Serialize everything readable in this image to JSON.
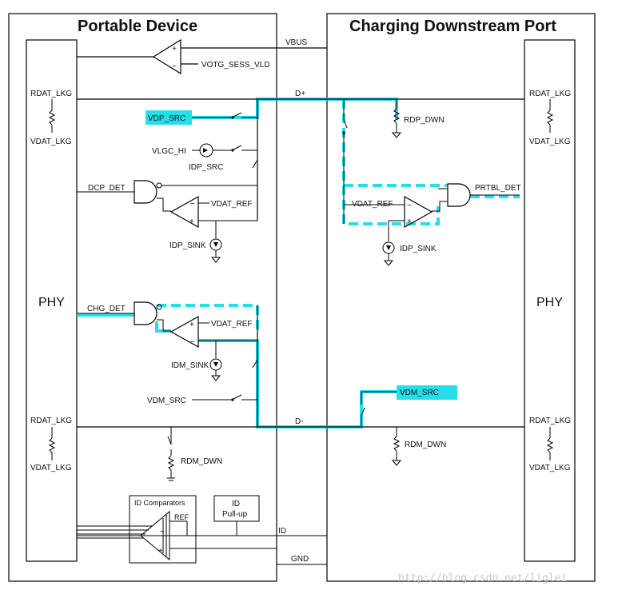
{
  "portable_device": {
    "title": "Portable Device",
    "phy": "PHY",
    "vbus_comp_ref": "VOTG_SESS_VLD",
    "rdat_lkg_top": "RDAT_LKG",
    "vdat_lkg_top": "VDAT_LKG",
    "vdp_src": "VDP_SRC",
    "vlgc_hi": "VLGC_HI",
    "idp_src": "IDP_SRC",
    "dcp_det": "DCP_DET",
    "vdat_ref_1": "VDAT_REF",
    "idp_sink": "IDP_SINK",
    "chg_det": "CHG_DET",
    "vdat_ref_2": "VDAT_REF",
    "idm_sink": "IDM_SINK",
    "vdm_src": "VDM_SRC",
    "rdat_lkg_bottom": "RDAT_LKG",
    "vdat_lkg_bottom": "VDAT_LKG",
    "rdm_dwn": "RDM_DWN",
    "id_comparators": "ID Comparators",
    "ref": "REF",
    "id_pullup_line1": "ID",
    "id_pullup_line2": "Pull-up"
  },
  "charging_port": {
    "title": "Charging Downstream Port",
    "phy": "PHY",
    "rdat_lkg_top": "RDAT_LKG",
    "vdat_lkg_top": "VDAT_LKG",
    "rdp_dwn": "RDP_DWN",
    "prtbl_det": "PRTBL_DET",
    "vdat_ref": "VDAT_REF",
    "idp_sink": "IDP_SINK",
    "vdm_src": "VDM_SRC",
    "rdm_dwn": "RDM_DWN",
    "rdat_lkg_bottom": "RDAT_LKG",
    "vdat_lkg_bottom": "VDAT_LKG"
  },
  "bus": {
    "vbus": "VBUS",
    "dplus": "D+",
    "dminus": "D-",
    "id": "ID",
    "gnd": "GND"
  },
  "watermark": "http://blog.csdn.net/liglei",
  "colors": {
    "highlight": "#00d8e6",
    "line": "#000000"
  }
}
